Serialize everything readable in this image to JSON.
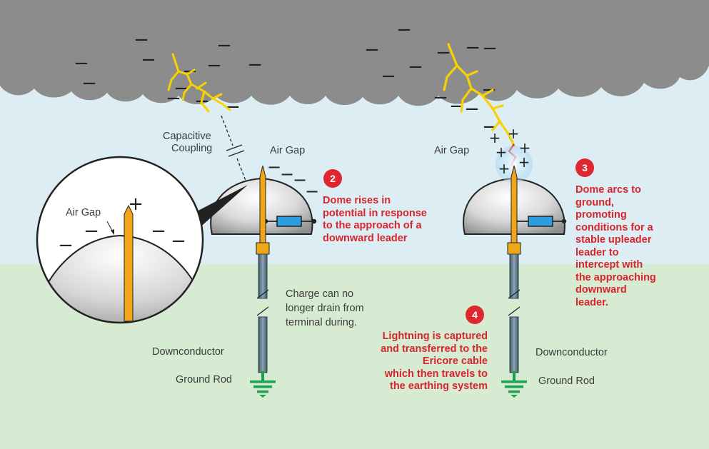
{
  "labels": {
    "capacitive_coupling_1": "Capacitive",
    "capacitive_coupling_2": "Coupling",
    "air_gap": "Air Gap",
    "charge_drain_1": "Charge can no",
    "charge_drain_2": "longer drain from",
    "charge_drain_3": "terminal during.",
    "downconductor": "Downconductor",
    "ground_rod": "Ground Rod"
  },
  "steps": [
    {
      "number": "2",
      "lines": [
        "Dome rises in",
        "potential in response",
        "to the approach of a",
        "downward leader"
      ]
    },
    {
      "number": "3",
      "lines": [
        "Dome arcs to",
        "ground,",
        "promoting",
        "conditions for a",
        "stable upleader",
        "leader to",
        "intercept with",
        "the approaching",
        "downward",
        "leader."
      ]
    },
    {
      "number": "4",
      "lines": [
        "Lightning is captured",
        "and transferred to the",
        "Ericore cable",
        "which then travels to",
        "the earthing system"
      ]
    }
  ],
  "symbols": {
    "minus": "−",
    "plus": "+"
  },
  "colors": {
    "sky": "#dceef4",
    "ground": "#d7ebd2",
    "cloud": "#8c8c8c",
    "terminal": "#f0a618",
    "lightning": "#f7d200",
    "cable": "#5e7a8a",
    "earth": "#1aa34a",
    "resistor": "#2b9de0",
    "step_red": "#e0262e"
  }
}
